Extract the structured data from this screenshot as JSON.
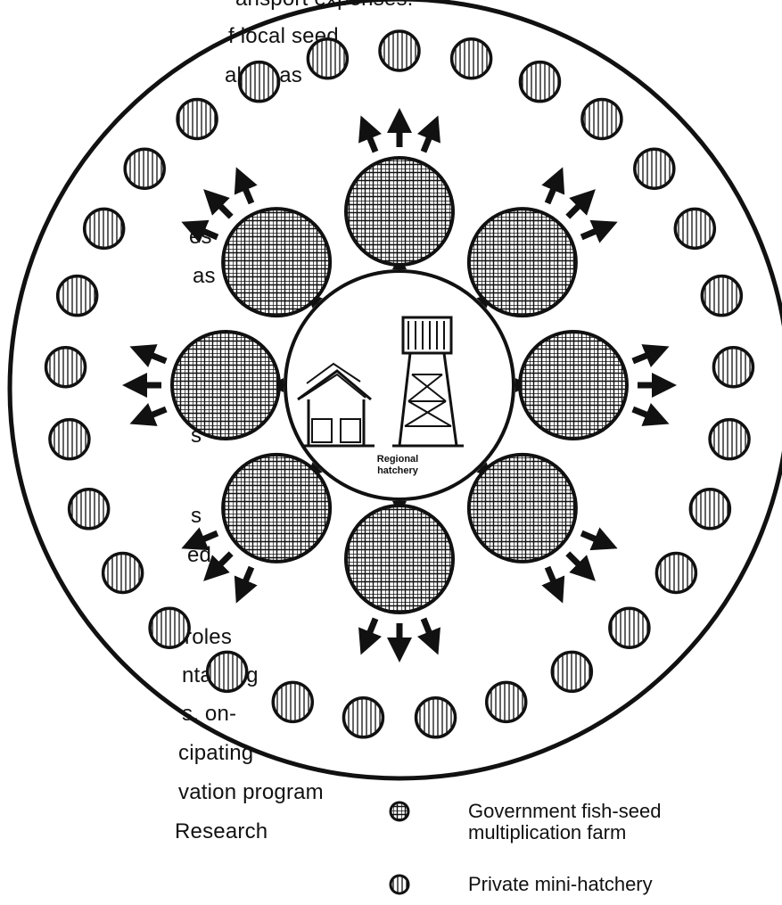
{
  "side_text": [
    "ansport expenses.",
    "f local seed",
    "al areas",
    "es",
    "as",
    "s",
    "s",
    "ed.",
    "roles",
    "ntaining",
    "s, on-",
    "cipating",
    "vation program",
    "Research"
  ],
  "center": {
    "label_line1": "Regional",
    "label_line2": "hatchery"
  },
  "legend": {
    "government_line1": "Government fish-seed",
    "government_line2": "multiplication farm",
    "private": "Private mini-hatchery"
  },
  "colors": {
    "ink": "#111111",
    "background": "#ffffff"
  }
}
